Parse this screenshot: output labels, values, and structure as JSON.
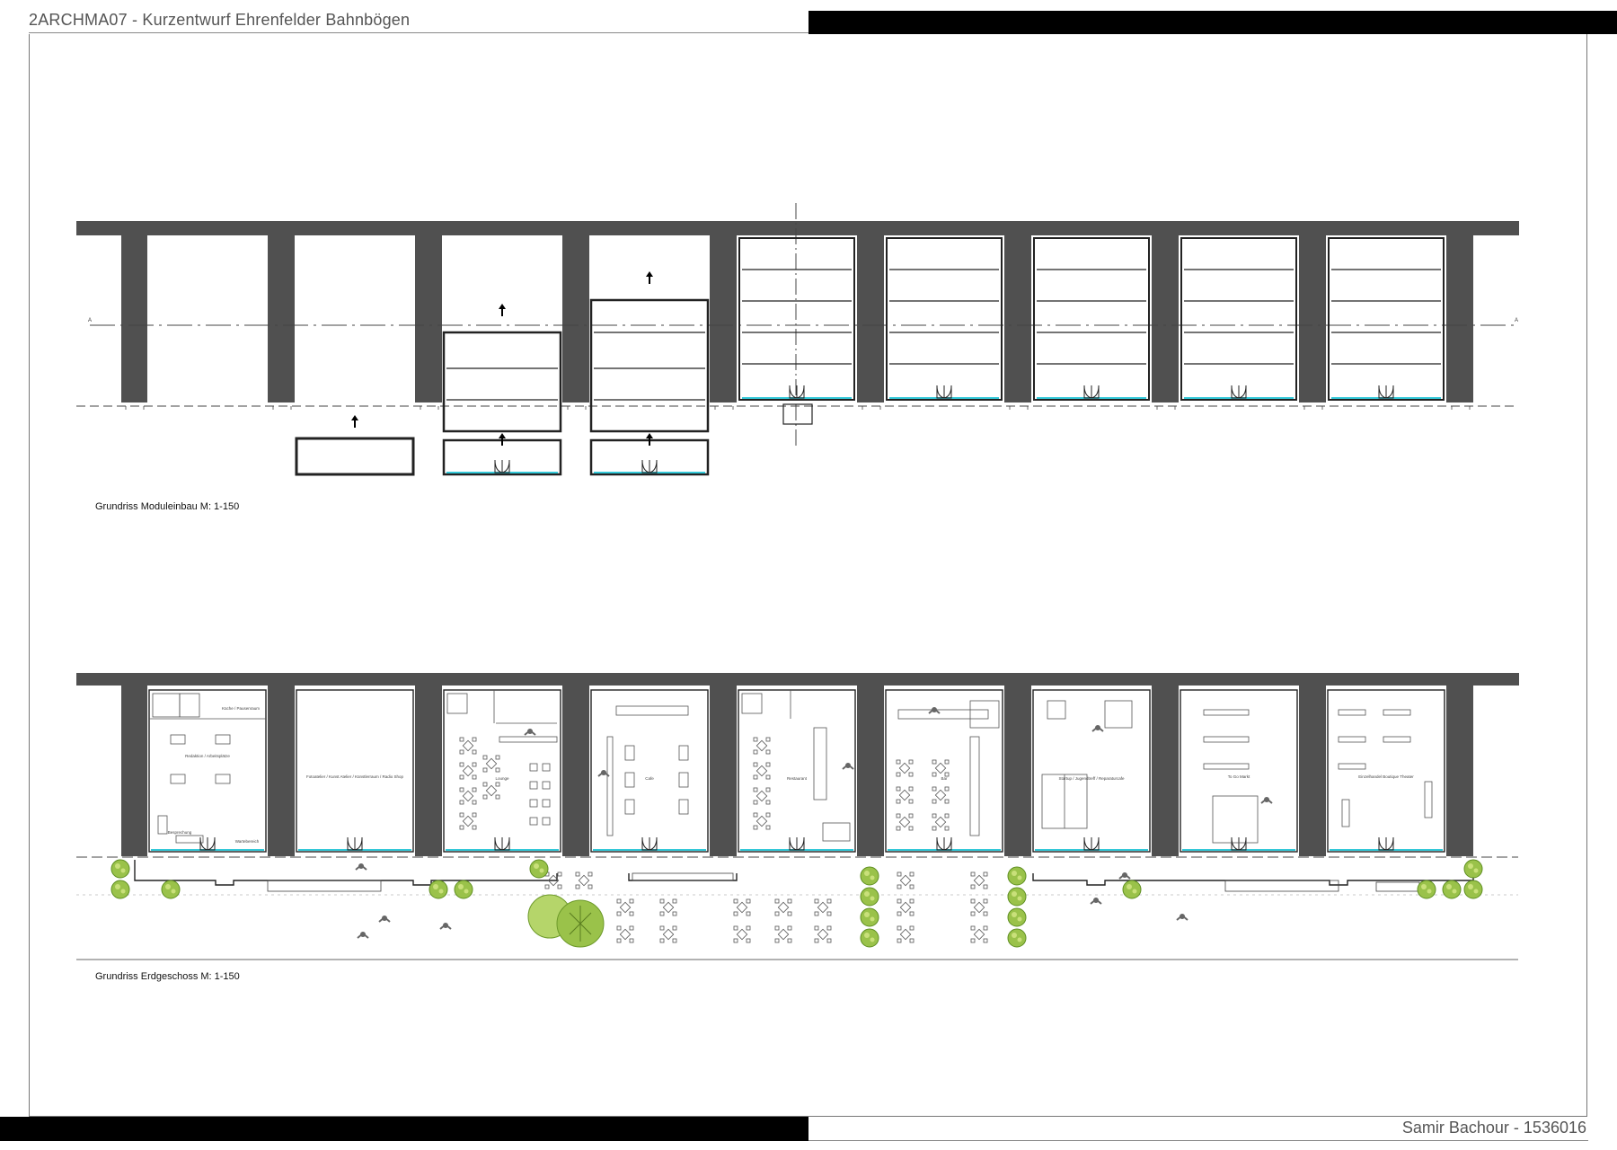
{
  "header": {
    "title": "2ARCHMA07 - Kurzentwurf Ehrenfelder Bahnbögen"
  },
  "footer": {
    "author": "Samir Bachour - 1536016"
  },
  "plans": {
    "module_plan_caption": "Grundriss Moduleinbau M: 1-150",
    "ground_floor_caption": "Grundriss Erdgeschoss M: 1-150"
  },
  "rooms": [
    "Küche / Pausenraum",
    "Redaktion / Arbeitsplätze",
    "Besprechung",
    "Wartebereich",
    "Fotoatelier / Kunst Atelier / Künstlerraum / Radio Shop",
    "Lounge",
    "Cafe",
    "Restaurant",
    "Bar",
    "Startup / Jugendtreff / Reparaturcafe",
    "To Go Markt",
    "Einzelhandel Boutique Theater"
  ],
  "colors": {
    "pier": "#505050",
    "glazing": "#33c8d8",
    "tree": "#8fbf3a",
    "line": "#222222"
  }
}
